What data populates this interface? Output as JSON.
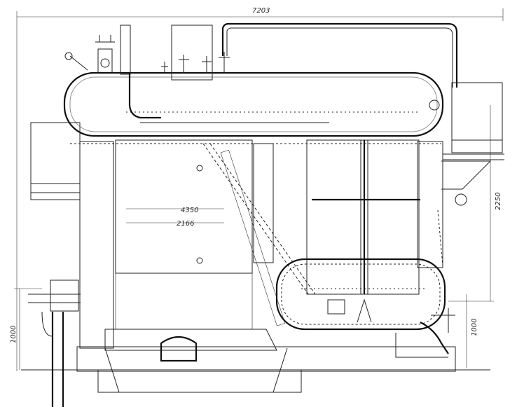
{
  "labels": {
    "overall_width": "7203",
    "height_right": "2250",
    "height_left": "1000",
    "height_right_lower": "1000",
    "dim_inner_1": "4350",
    "dim_inner_2": "2166"
  }
}
